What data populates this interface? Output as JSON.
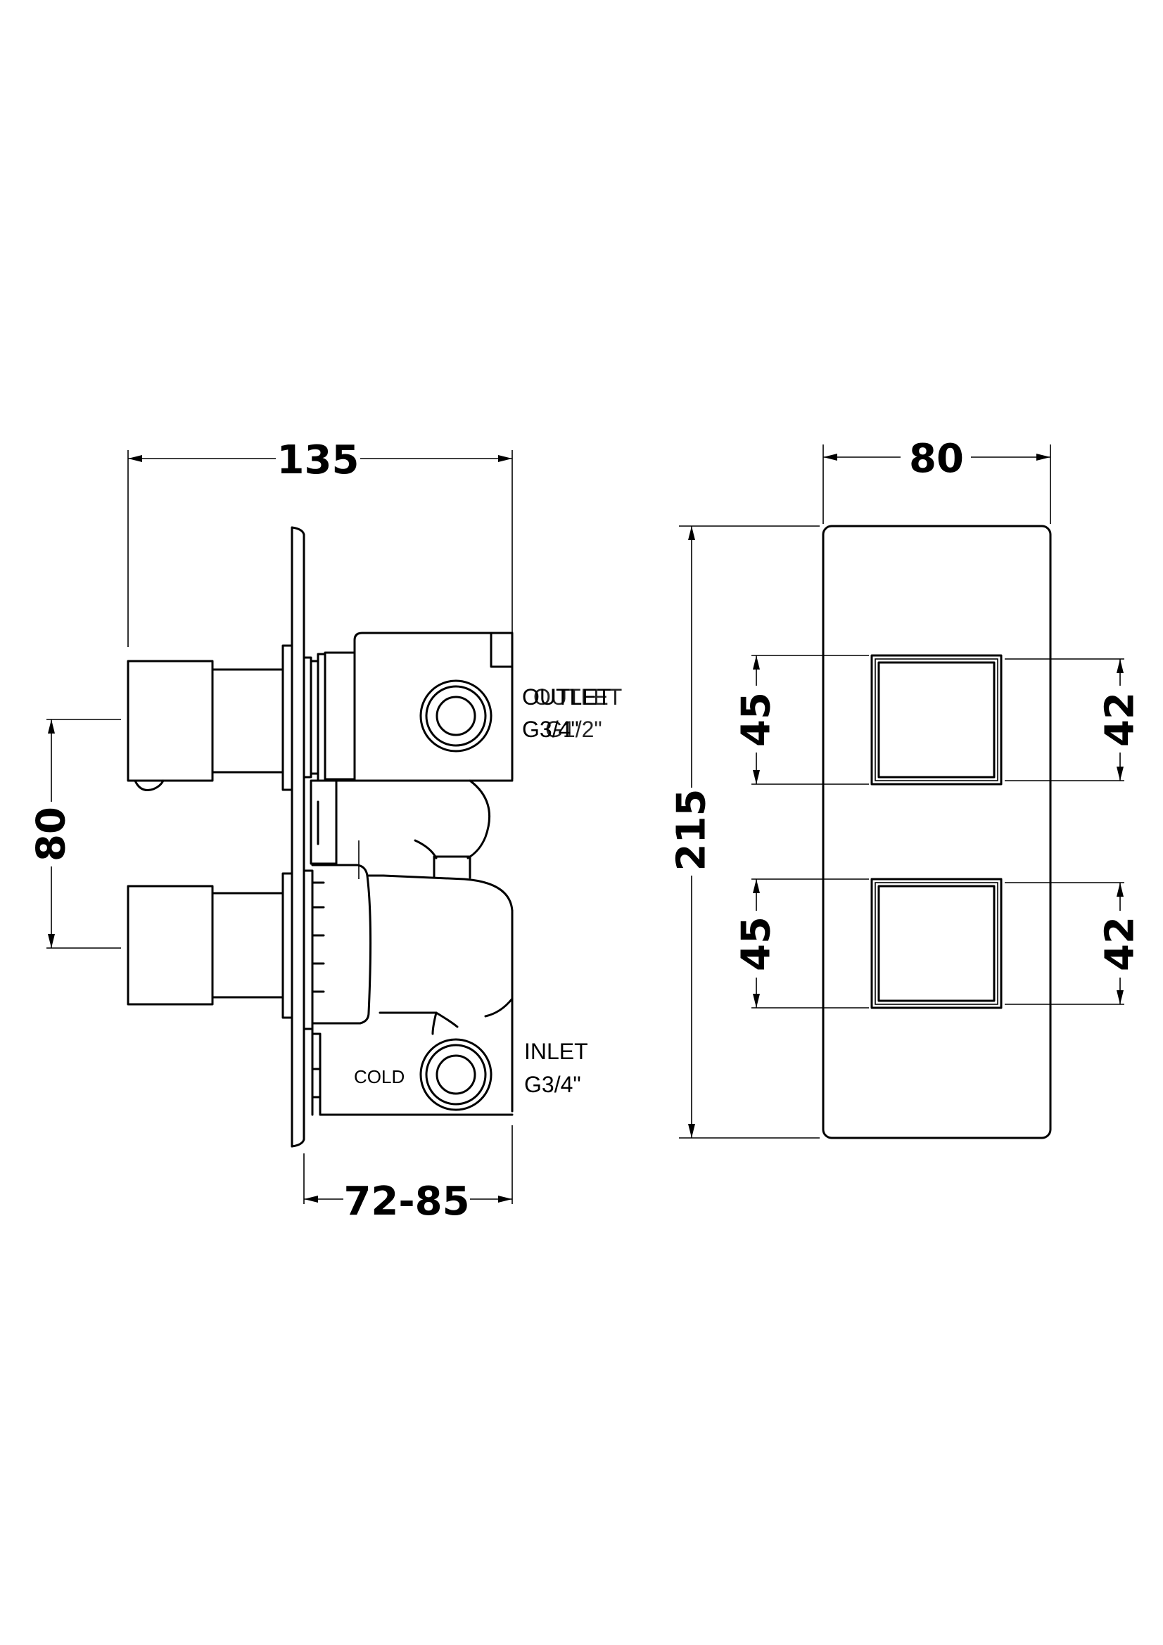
{
  "dimensions": {
    "side_width": "135",
    "handle_spacing": "80",
    "wall_depth": "72-85",
    "plate_width": "80",
    "plate_height": "215",
    "upper_handle_outer": "45",
    "upper_handle_inner": "42",
    "lower_handle_outer": "45",
    "lower_handle_inner": "42"
  },
  "labels": {
    "outlet_title": "OUTLET",
    "outlet_size": "G3/4\"",
    "outlet_title_ghost": "OUTLET",
    "outlet_size_ghost": "G1/2\"",
    "inlet_title": "INLET",
    "inlet_size": "G3/4\"",
    "cold": "COLD"
  }
}
